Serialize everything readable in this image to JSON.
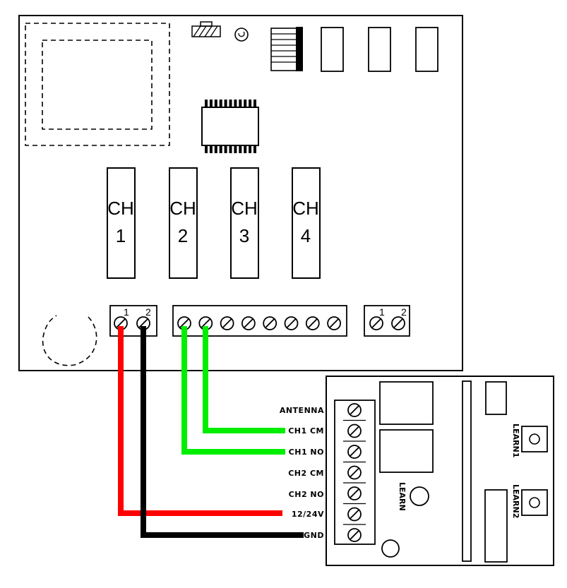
{
  "main_board": {
    "relays": [
      {
        "line1": "CH",
        "line2": "1"
      },
      {
        "line1": "CH",
        "line2": "2"
      },
      {
        "line1": "CH",
        "line2": "3"
      },
      {
        "line1": "CH",
        "line2": "4"
      }
    ],
    "power_terminal_pins": [
      "1",
      "2"
    ],
    "right_terminal_pins": [
      "1",
      "2"
    ]
  },
  "receiver": {
    "terminal_labels": [
      "ANTENNA",
      "CH1 CM",
      "CH1 NO",
      "CH2 CM",
      "CH2 NO",
      "12/24V",
      "GND"
    ],
    "learn_label": "LEARN",
    "learn1_label": "LEARN1",
    "learn2_label": "LEARN2"
  },
  "wires": [
    {
      "color": "#ff0000",
      "from": "power pin 1",
      "to": "12/24V"
    },
    {
      "color": "#000000",
      "from": "power pin 2",
      "to": "GND"
    },
    {
      "color": "#00ee00",
      "from": "output terminal 1",
      "to": "CH1 NO"
    },
    {
      "color": "#00ee00",
      "from": "output terminal 2",
      "to": "CH1 CM"
    }
  ]
}
